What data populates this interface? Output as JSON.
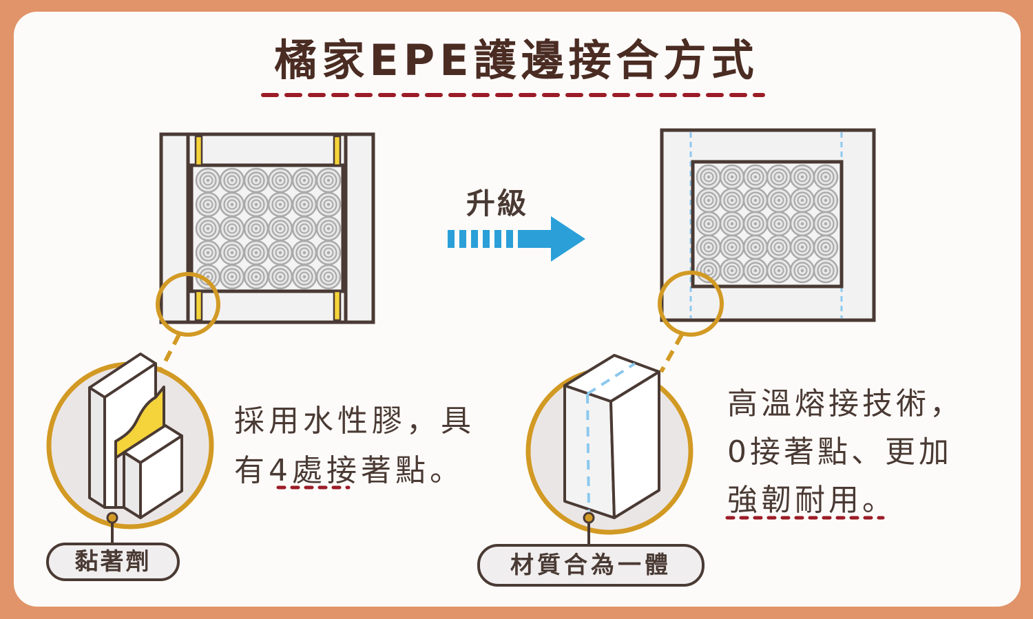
{
  "title": "橘家EPE護邊接合方式",
  "upgrade_label": "升級",
  "left": {
    "description_line1": "採用水性膠，具",
    "description_line2": "有4處接著點。",
    "label": "黏著劑"
  },
  "right": {
    "description_line1": "高溫熔接技術，",
    "description_line2": "0接著點、更加",
    "description_line3": "強韌耐用。",
    "label": "材質合為一體"
  },
  "colors": {
    "frame": "#e19369",
    "dark": "#4a3a34",
    "accent_red": "#9b1c26",
    "gold": "#d29a24",
    "glue_yellow": "#f5d33a",
    "arrow_blue": "#2a9fd8",
    "seam_blue": "#8cc8ee"
  },
  "icons": [
    "coil-spring-icon",
    "magnifier-circle-icon",
    "arrow-right-icon"
  ]
}
